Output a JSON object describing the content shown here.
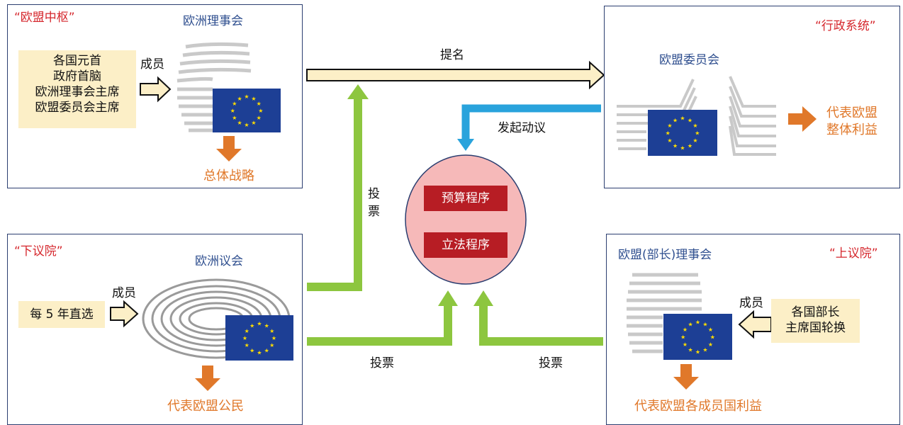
{
  "eu_council": {
    "tag": "“欧盟中枢”",
    "name": "欧洲理事会",
    "members": [
      "各国元首",
      "政府首脑",
      "欧洲理事会主席",
      "欧盟委员会主席"
    ],
    "member_label": "成员",
    "role": "总体战略"
  },
  "commission": {
    "tag": "“行政系统”",
    "name": "欧盟委员会",
    "role_lines": [
      "代表欧盟",
      "整体利益"
    ]
  },
  "parliament": {
    "tag": "“下议院”",
    "name": "欧洲议会",
    "member_label": "成员",
    "members": [
      "每 5 年直选"
    ],
    "role": "代表欧盟公民"
  },
  "council_ministers": {
    "tag": "“上议院”",
    "name": "欧盟(部长)理事会",
    "member_label": "成员",
    "members": [
      "各国部长",
      "主席国轮换"
    ],
    "role": "代表欧盟各成员国利益"
  },
  "center": {
    "procedures": [
      "预算程序",
      "立法程序"
    ]
  },
  "arrows": {
    "nominate": "提名",
    "initiate": "发起动议",
    "vote_vertical": [
      "投",
      "票"
    ],
    "vote_parliament": "投票",
    "vote_council": "投票"
  },
  "colors": {
    "frame": "#2b3e70",
    "tag_red": "#d5262c",
    "name_blue": "#2f4f8f",
    "role_orange": "#e0782a",
    "vote_green": "#8dc63f",
    "initiate_blue": "#29a3dc",
    "nominate_yellow": "#fcefc7",
    "center_pink": "#f6b9b9",
    "procedure_red": "#b71d24",
    "flag_blue": "#1d3f95",
    "flag_star": "#ffdd00"
  }
}
